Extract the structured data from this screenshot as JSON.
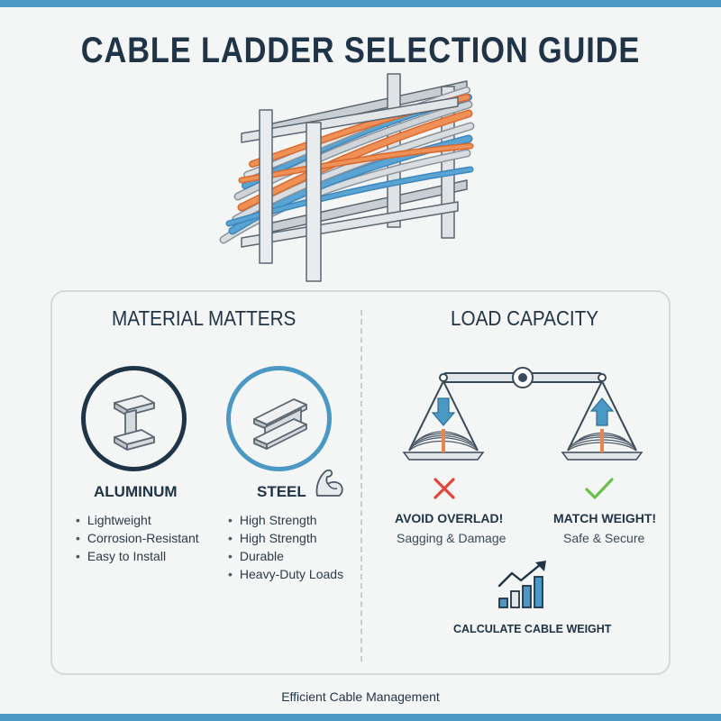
{
  "title": "CABLE LADDER SELECTION GUIDE",
  "material": {
    "heading": "MATERIAL MATTERS",
    "items": [
      {
        "name": "ALUMINUM",
        "bullets": [
          "Lightweight",
          "Corrosion-Resistant",
          "Easy to Install"
        ],
        "ring_color": "#203448",
        "icon": "i-beam-icon"
      },
      {
        "name": "STEEL",
        "bullets": [
          "High Strength",
          "High Strength",
          "Durable",
          "Heavy-Duty Loads"
        ],
        "ring_color": "#4b98c4",
        "icon": "i-beam-icon",
        "badge_icon": "flexed-arm-icon"
      }
    ]
  },
  "load": {
    "heading": "LOAD CAPACITY",
    "left": {
      "status_icon": "red-x-icon",
      "title": "AVOID OVERLAD!",
      "sub": "Sagging & Damage",
      "color": "#e0463a"
    },
    "right": {
      "status_icon": "green-check-icon",
      "title": "MATCH WEIGHT!",
      "sub": "Safe & Secure",
      "color": "#6bbf4a"
    },
    "calc_label": "CALCULATE CABLE WEIGHT",
    "calc_icon": "rising-bar-chart-icon"
  },
  "footer": "Efficient Cable Management",
  "colors": {
    "accent": "#4b98c4",
    "dark": "#203448",
    "orange": "#e9844c",
    "red": "#e0463a",
    "green": "#6bbf4a"
  }
}
